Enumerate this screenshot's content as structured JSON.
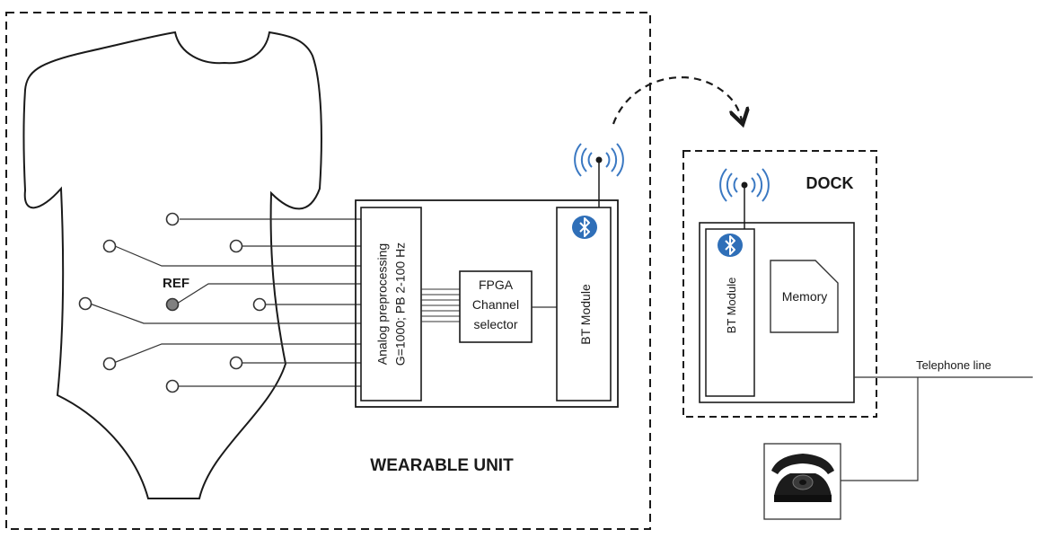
{
  "wearable_unit": {
    "label": "WEARABLE UNIT",
    "ref_label": "REF",
    "analog_block": {
      "line1": "Analog preprocessing",
      "line2": "G=1000; PB 2-100 Hz"
    },
    "fpga_block": {
      "line1": "FPGA",
      "line2": "Channel",
      "line3": "selector"
    },
    "bt_module_label": "BT Module"
  },
  "dock": {
    "label": "DOCK",
    "bt_module_label": "BT Module",
    "memory_label": "Memory"
  },
  "telephone_line_label": "Telephone line",
  "icons": [
    "bluetooth-icon",
    "wireless-signal-icon",
    "memory-card-icon",
    "telephone-icon",
    "torso-outline"
  ],
  "colors": {
    "bluetooth": "#2f6fb8",
    "signal": "#3a78c2",
    "ref_electrode": "#808080",
    "phone": "#1c1c1c"
  }
}
